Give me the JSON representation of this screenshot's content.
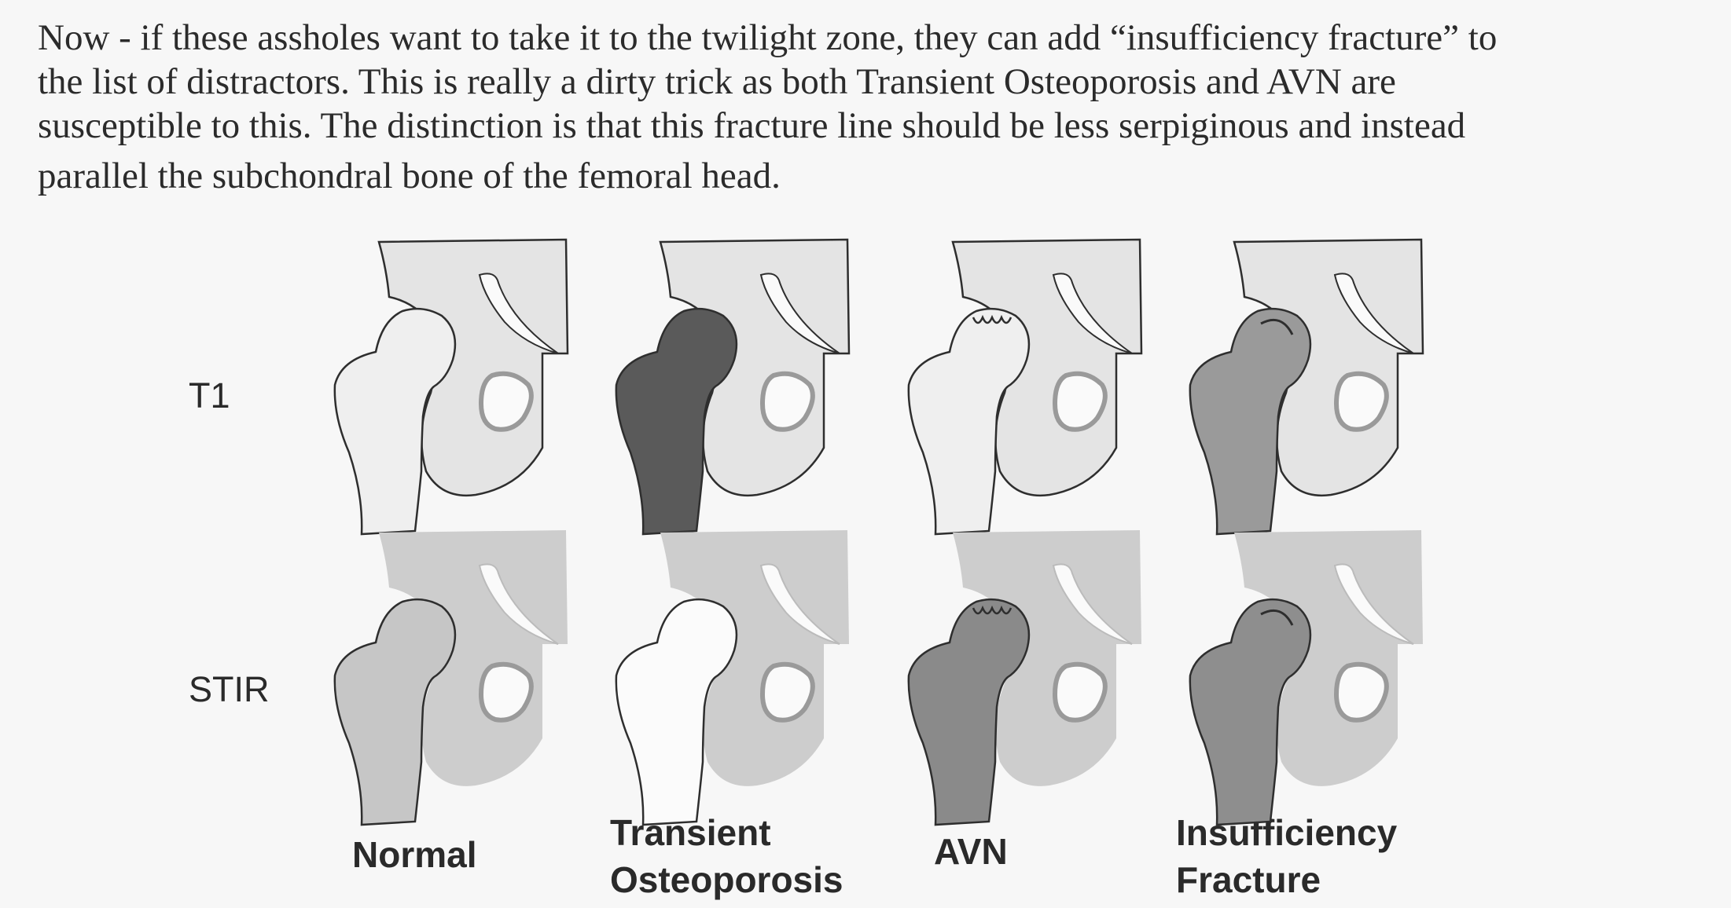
{
  "paragraph": {
    "lines": [
      "Now - if these assholes want to take it to the twilight zone, they can add “insufficiency fracture” to",
      "the list of distractors.  This is really a dirty trick as both Transient Osteoporosis and AVN are",
      "susceptible to this.  The distinction is that this fracture line should be less serpiginous and instead",
      "parallel the subchondral bone of the femoral head."
    ]
  },
  "figure": {
    "row_labels": [
      "T1",
      "STIR"
    ],
    "column_labels": [
      [
        "Normal"
      ],
      [
        "Transient",
        "Osteoporosis"
      ],
      [
        "AVN"
      ],
      [
        "Insufficiency",
        "Fracture"
      ]
    ],
    "colors": {
      "outline": "#2e2e2e",
      "t1_background": "#e4e4e4",
      "t1_normal_femur": "#efefef",
      "t1_transient_femur": "#5a5a5a",
      "t1_avn_femur": "#efefef",
      "t1_insufficiency_femur": "#9a9a9a",
      "stir_background": "#cdcdcd",
      "stir_normal_femur": "#c6c6c6",
      "stir_transient_femur": "#fbfbfb",
      "stir_avn_femur": "#8a8a8a",
      "stir_insufficiency_femur": "#8e8e8e",
      "fossa": "#fafafa"
    }
  }
}
